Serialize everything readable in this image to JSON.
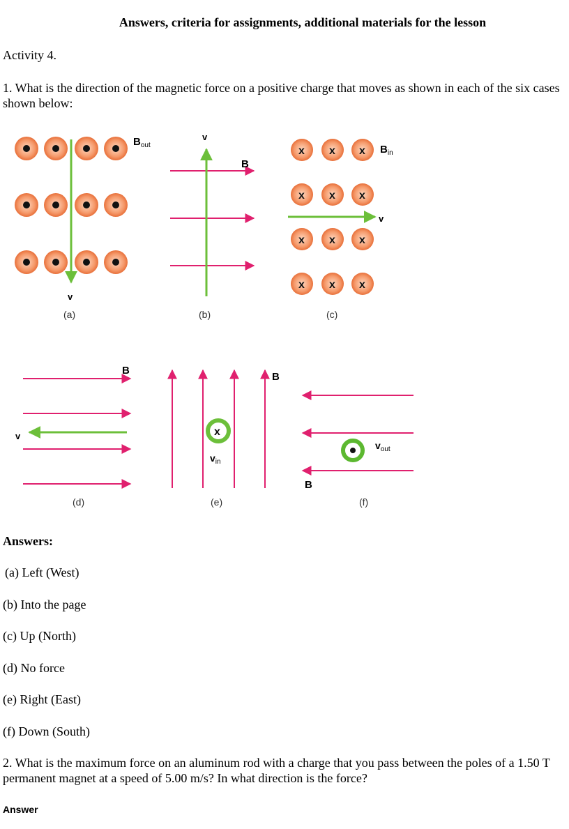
{
  "header": {
    "title": "Answers, criteria for assignments, additional materials for the lesson"
  },
  "activity": "Activity 4.",
  "question1": "1. What is the direction of the magnetic force on a positive charge that moves as shown in each of the six cases shown below:",
  "figure": {
    "labels": {
      "b_out_main": "B",
      "b_out_sub": "out",
      "b_in_main": "B",
      "b_in_sub": "in",
      "v_in_main": "v",
      "v_in_sub": "in",
      "v_out_main": "v",
      "v_out_sub": "out",
      "v": "v",
      "b": "B",
      "cross": "x"
    },
    "captions": [
      "(a)",
      "(b)",
      "(c)",
      "(d)",
      "(e)",
      "(f)"
    ],
    "colors": {
      "field": "#e0206e",
      "velocity": "#6cbf3a",
      "charge_fill": "#f08a55",
      "charge_ring": "#ffc9a8",
      "charge_green": "#5cb830"
    }
  },
  "answers": {
    "heading": "Answers:",
    "items": [
      "(a) Left (West)",
      "(b) Into the page",
      "(c) Up (North)",
      "(d) No force",
      "(e) Right (East)",
      "(f) Down (South)"
    ]
  },
  "question2": "2.   What is the maximum force on an aluminum rod with a  charge that you pass between the poles of a 1.50 T permanent magnet at a speed of 5.00 m/s? In what direction is the force?",
  "answer_label": "Answer"
}
